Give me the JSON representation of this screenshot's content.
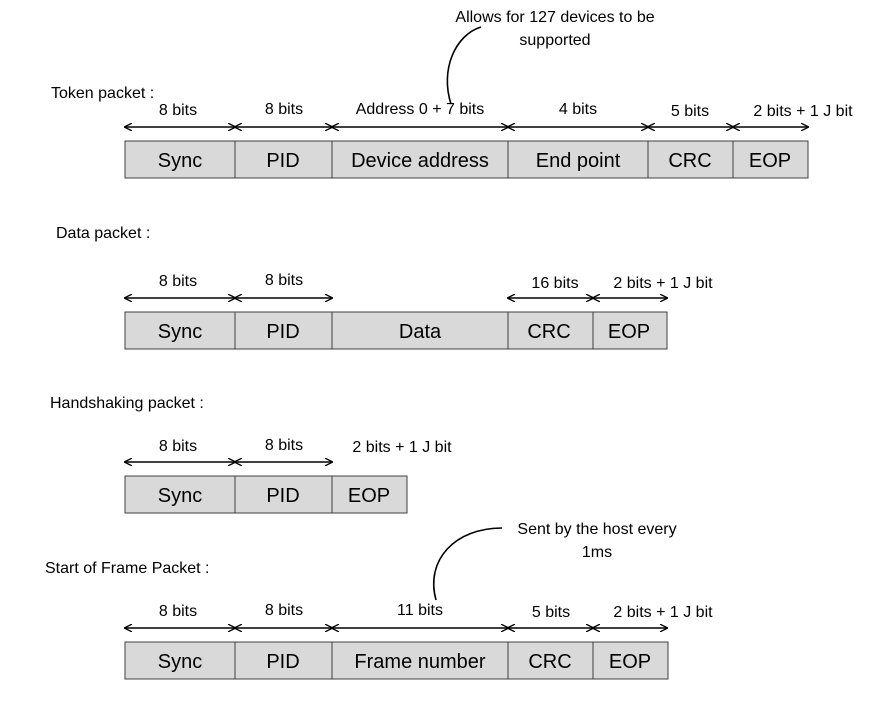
{
  "colors": {
    "field_fill": "#d9d9d9",
    "field_border": "#404040",
    "text": "#000000",
    "background": "#ffffff"
  },
  "packets": [
    {
      "name": "Token packet :",
      "fields": [
        {
          "label": "Sync",
          "bits": "8 bits"
        },
        {
          "label": "PID",
          "bits": "8 bits"
        },
        {
          "label": "Device address",
          "bits": "Address 0 + 7 bits"
        },
        {
          "label": "End point",
          "bits": "4 bits"
        },
        {
          "label": "CRC",
          "bits": "5 bits"
        },
        {
          "label": "EOP",
          "bits": "2 bits + 1 J bit"
        }
      ],
      "callout": {
        "text": [
          "Allows for 127 devices to be",
          "supported"
        ]
      }
    },
    {
      "name": "Data packet :",
      "fields": [
        {
          "label": "Sync",
          "bits": "8 bits"
        },
        {
          "label": "PID",
          "bits": "8 bits"
        },
        {
          "label": "Data",
          "bits": ""
        },
        {
          "label": "CRC",
          "bits": "16 bits"
        },
        {
          "label": "EOP",
          "bits": "2 bits + 1 J bit"
        }
      ]
    },
    {
      "name": "Handshaking packet :",
      "fields": [
        {
          "label": "Sync",
          "bits": "8 bits"
        },
        {
          "label": "PID",
          "bits": "8 bits"
        },
        {
          "label": "EOP",
          "bits": "2 bits + 1 J bit"
        }
      ]
    },
    {
      "name": "Start of Frame Packet :",
      "fields": [
        {
          "label": "Sync",
          "bits": "8 bits"
        },
        {
          "label": "PID",
          "bits": "8 bits"
        },
        {
          "label": "Frame number",
          "bits": "11 bits"
        },
        {
          "label": "CRC",
          "bits": "5 bits"
        },
        {
          "label": "EOP",
          "bits": "2 bits + 1 J bit"
        }
      ],
      "callout": {
        "text": [
          "Sent by the host every",
          "1ms"
        ]
      }
    }
  ]
}
